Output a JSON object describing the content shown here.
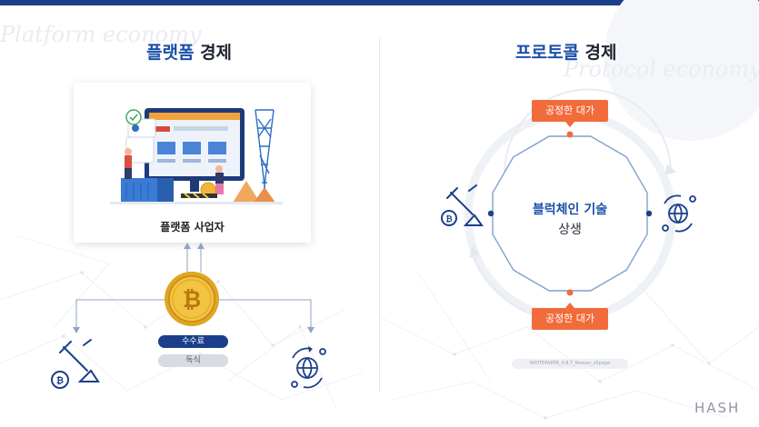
{
  "left": {
    "title_highlight": "플랫폼",
    "title_rest": " 경제",
    "watermark": "Platform economy",
    "card_label": "플랫폼 사업자",
    "pill_fee": "수수료",
    "pill_monopoly": "독식"
  },
  "right": {
    "title_highlight": "프로토콜",
    "title_rest": " 경제",
    "watermark": "Protocol economy",
    "top_tag": "공정한 대가",
    "bottom_tag": "공정한 대가",
    "center_line1": "블럭체인 기술",
    "center_line2": "상생"
  },
  "footer_note": "WHITEPAPER_0.8.7_Korean_x5page",
  "logo": "HASH",
  "colors": {
    "brand_blue": "#1b4fa8",
    "topbar": "#1b3f8b",
    "accent_orange": "#f26b3a",
    "gold": "#e0a522",
    "ring": "#7ea1cf"
  }
}
